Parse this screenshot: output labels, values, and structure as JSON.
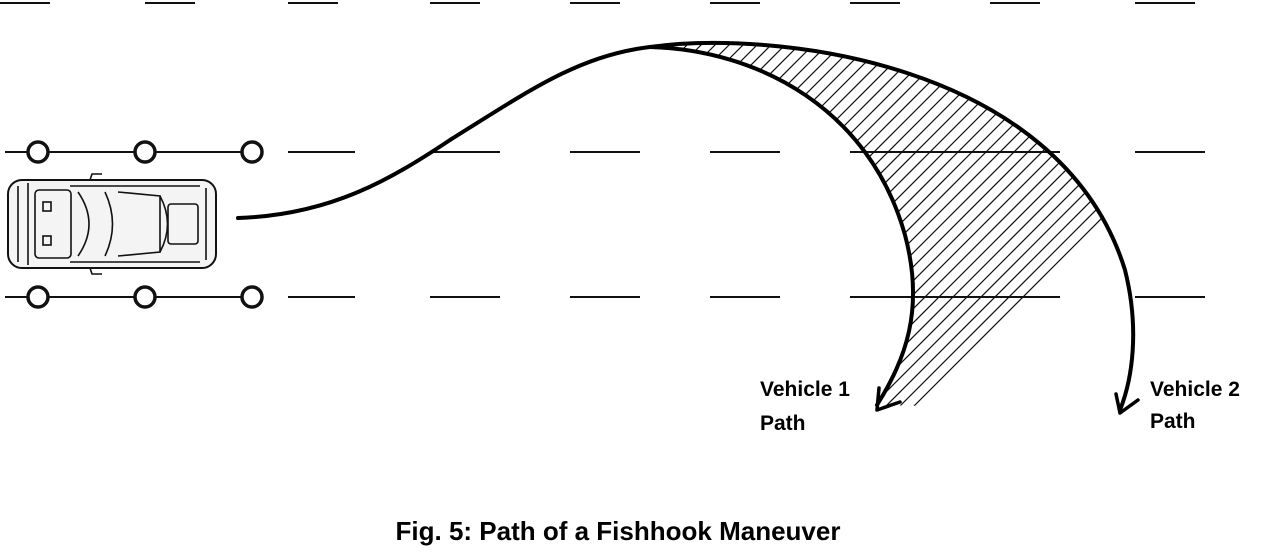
{
  "figure": {
    "caption": "Fig. 5:  Path of a Fishhook Maneuver"
  },
  "paths": [
    {
      "id": "vehicle-1",
      "label_line1": "Vehicle 1",
      "label_line2": "Path"
    },
    {
      "id": "vehicle-2",
      "label_line1": "Vehicle 2",
      "label_line2": "Path"
    }
  ],
  "colors": {
    "ink": "#000000",
    "background": "#ffffff"
  }
}
